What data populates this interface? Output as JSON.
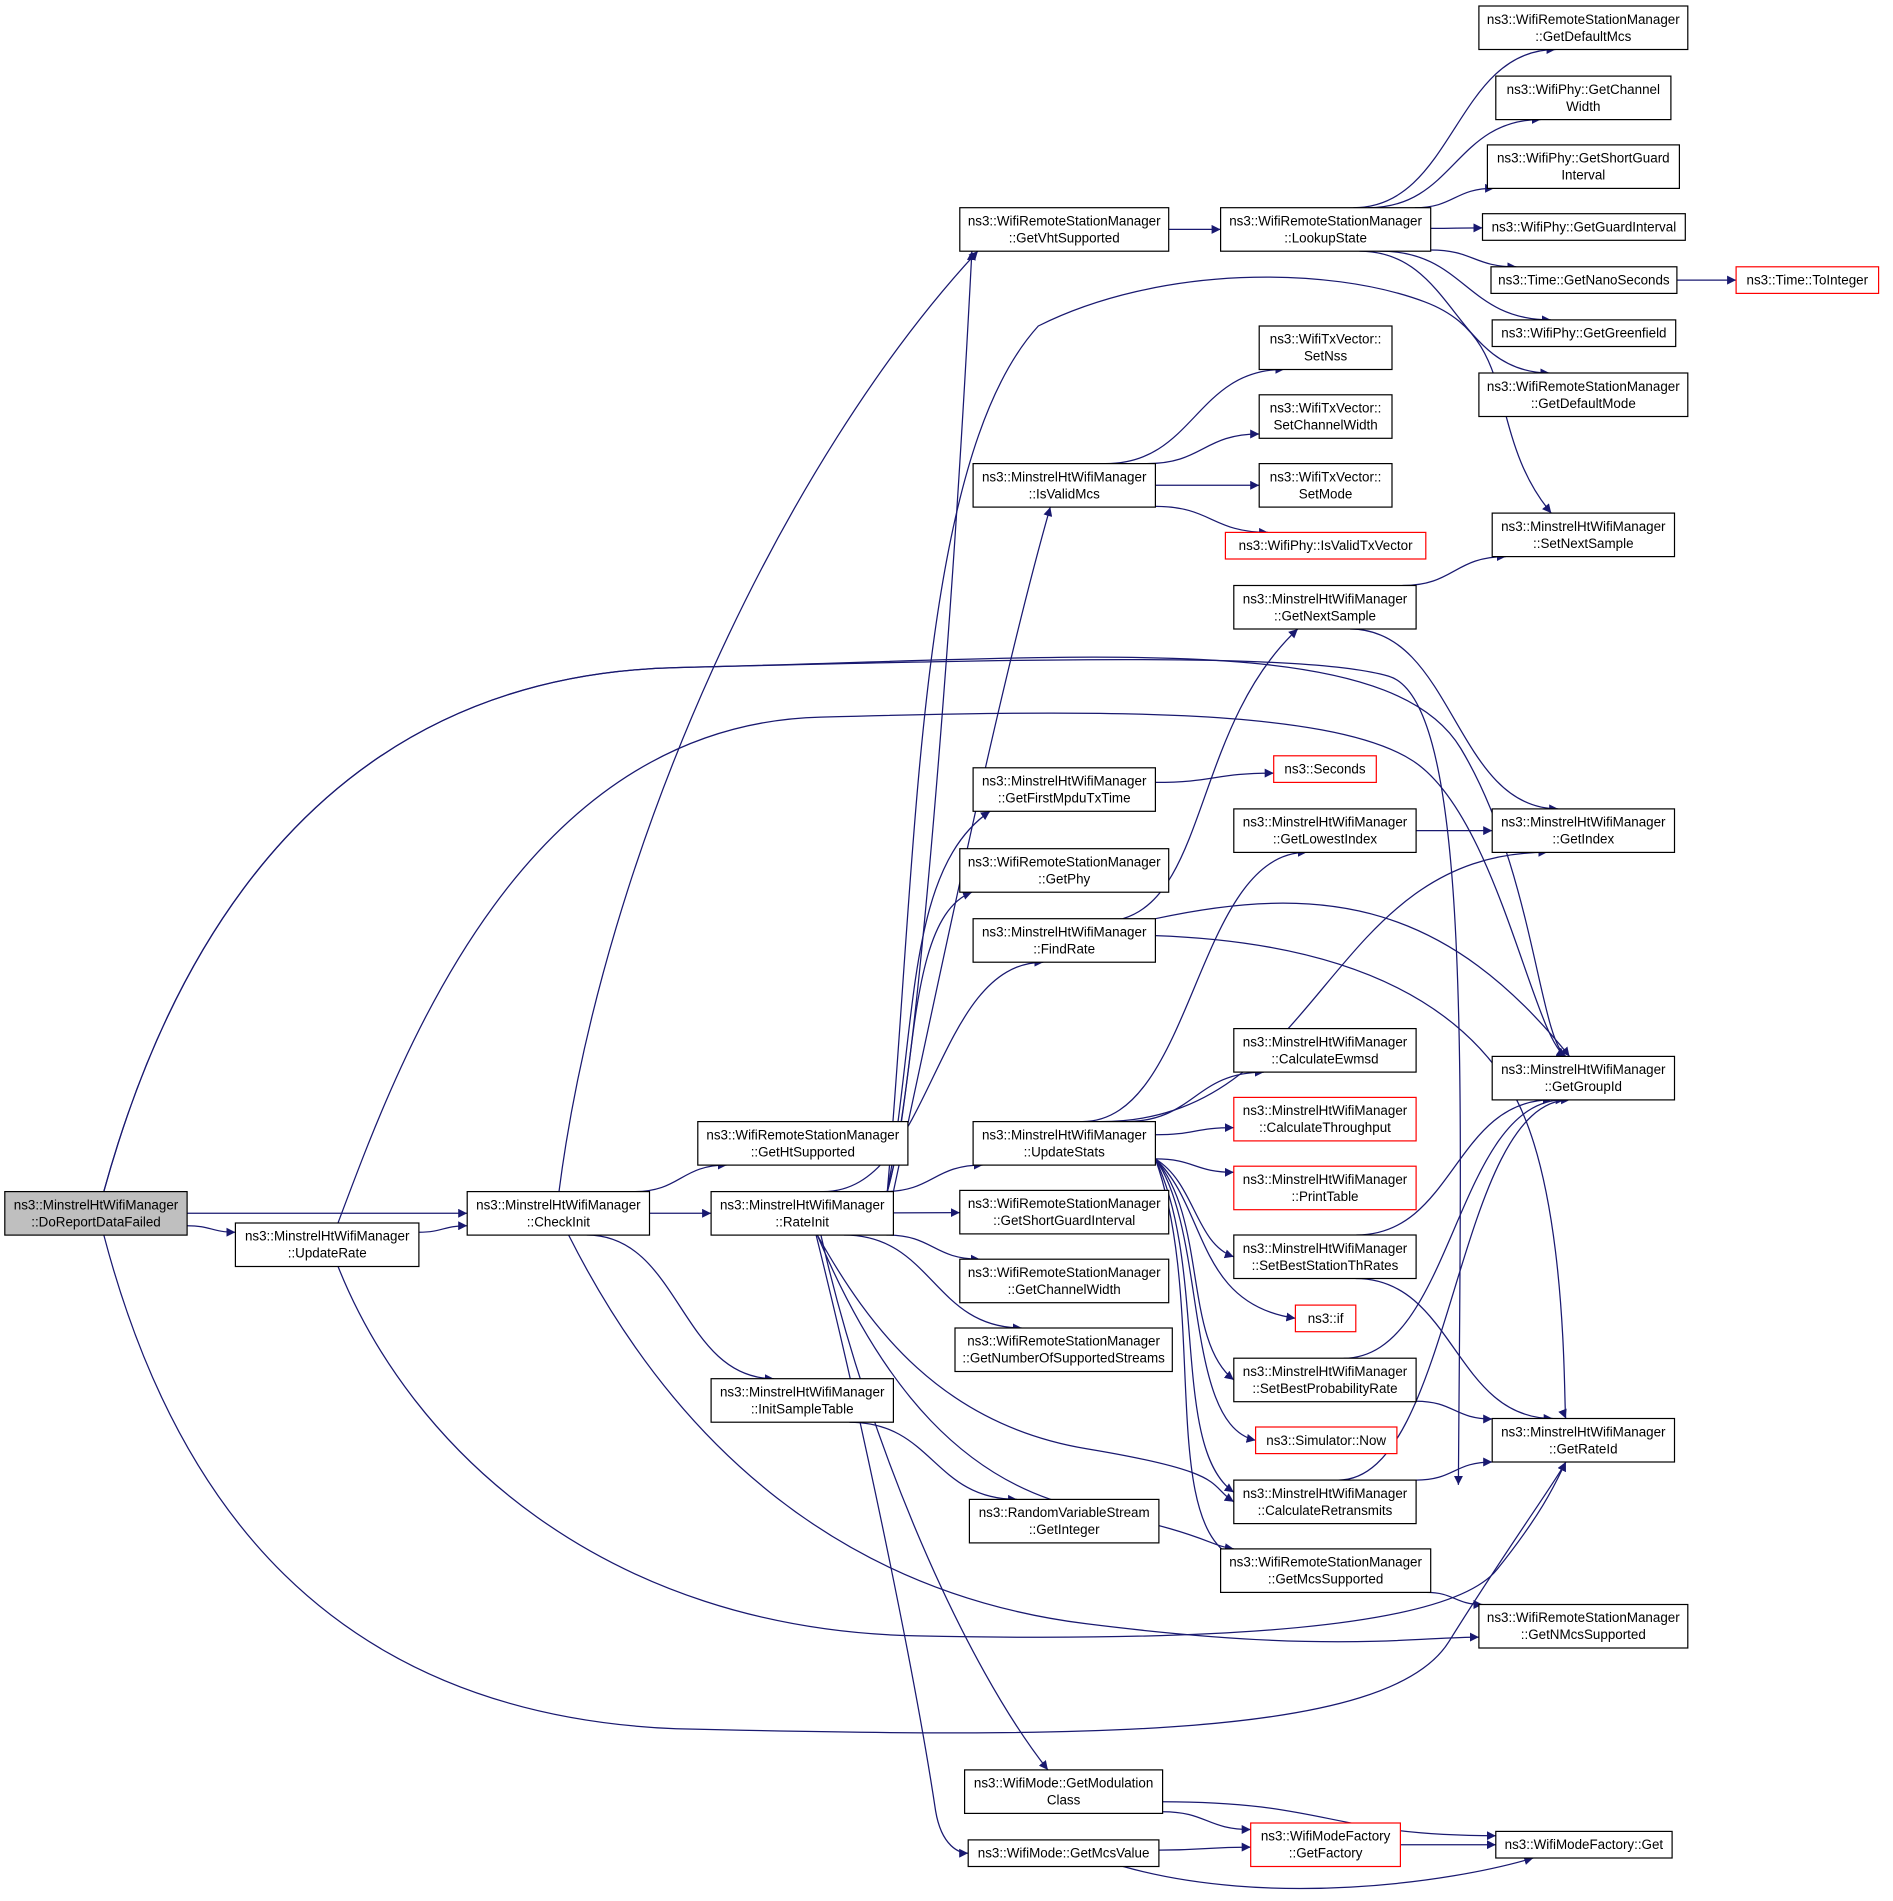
{
  "colors": {
    "edge": "#191970",
    "node_border": "#000000",
    "node_fill": "#ffffff",
    "root_fill": "#bfbfbf",
    "truncated_border": "#ff0000"
  },
  "nodes": [
    {
      "id": "dofail",
      "lines": [
        "ns3::MinstrelHtWifiManager",
        "::DoReportDataFailed"
      ],
      "root": true
    },
    {
      "id": "uprate",
      "lines": [
        "ns3::MinstrelHtWifiManager",
        "::UpdateRate"
      ]
    },
    {
      "id": "checkinit",
      "lines": [
        "ns3::MinstrelHtWifiManager",
        "::CheckInit"
      ]
    },
    {
      "id": "htsup",
      "lines": [
        "ns3::WifiRemoteStationManager",
        "::GetHtSupported"
      ]
    },
    {
      "id": "rateinit",
      "lines": [
        "ns3::MinstrelHtWifiManager",
        "::RateInit"
      ]
    },
    {
      "id": "initsample",
      "lines": [
        "ns3::MinstrelHtWifiManager",
        "::InitSampleTable"
      ]
    },
    {
      "id": "rvsint",
      "lines": [
        "ns3::RandomVariableStream",
        "::GetInteger"
      ]
    },
    {
      "id": "vhtsup",
      "lines": [
        "ns3::WifiRemoteStationManager",
        "::GetVhtSupported"
      ]
    },
    {
      "id": "lookup",
      "lines": [
        "ns3::WifiRemoteStationManager",
        "::LookupState"
      ]
    },
    {
      "id": "defmcs",
      "lines": [
        "ns3::WifiRemoteStationManager",
        "::GetDefaultMcs"
      ]
    },
    {
      "id": "chwidth",
      "lines": [
        "ns3::WifiPhy::GetChannel",
        "Width"
      ]
    },
    {
      "id": "sgi",
      "lines": [
        "ns3::WifiPhy::GetShortGuard",
        "Interval"
      ]
    },
    {
      "id": "gi",
      "lines": [
        "ns3::WifiPhy::GetGuardInterval"
      ]
    },
    {
      "id": "nanosec",
      "lines": [
        "ns3::Time::GetNanoSeconds"
      ]
    },
    {
      "id": "toint",
      "lines": [
        "ns3::Time::ToInteger"
      ],
      "truncated": true
    },
    {
      "id": "green",
      "lines": [
        "ns3::WifiPhy::GetGreenfield"
      ]
    },
    {
      "id": "defmode",
      "lines": [
        "ns3::WifiRemoteStationManager",
        "::GetDefaultMode"
      ]
    },
    {
      "id": "setnss",
      "lines": [
        "ns3::WifiTxVector::",
        "SetNss"
      ]
    },
    {
      "id": "setcw",
      "lines": [
        "ns3::WifiTxVector::",
        "SetChannelWidth"
      ]
    },
    {
      "id": "setmode",
      "lines": [
        "ns3::WifiTxVector::",
        "SetMode"
      ]
    },
    {
      "id": "isvalidmcs",
      "lines": [
        "ns3::MinstrelHtWifiManager",
        "::IsValidMcs"
      ]
    },
    {
      "id": "isvalidtx",
      "lines": [
        "ns3::WifiPhy::IsValidTxVector"
      ],
      "truncated": true
    },
    {
      "id": "setnext",
      "lines": [
        "ns3::MinstrelHtWifiManager",
        "::SetNextSample"
      ]
    },
    {
      "id": "getnext",
      "lines": [
        "ns3::MinstrelHtWifiManager",
        "::GetNextSample"
      ]
    },
    {
      "id": "firstmpdu",
      "lines": [
        "ns3::MinstrelHtWifiManager",
        "::GetFirstMpduTxTime"
      ]
    },
    {
      "id": "seconds",
      "lines": [
        "ns3::Seconds"
      ],
      "truncated": true
    },
    {
      "id": "lowest",
      "lines": [
        "ns3::MinstrelHtWifiManager",
        "::GetLowestIndex"
      ]
    },
    {
      "id": "getindex",
      "lines": [
        "ns3::MinstrelHtWifiManager",
        "::GetIndex"
      ]
    },
    {
      "id": "getphy",
      "lines": [
        "ns3::WifiRemoteStationManager",
        "::GetPhy"
      ]
    },
    {
      "id": "findrate",
      "lines": [
        "ns3::MinstrelHtWifiManager",
        "::FindRate"
      ]
    },
    {
      "id": "ewmsd",
      "lines": [
        "ns3::MinstrelHtWifiManager",
        "::CalculateEwmsd"
      ]
    },
    {
      "id": "groupid",
      "lines": [
        "ns3::MinstrelHtWifiManager",
        "::GetGroupId"
      ]
    },
    {
      "id": "updstats",
      "lines": [
        "ns3::MinstrelHtWifiManager",
        "::UpdateStats"
      ]
    },
    {
      "id": "calcthr",
      "lines": [
        "ns3::MinstrelHtWifiManager",
        "::CalculateThroughput"
      ],
      "truncated": true
    },
    {
      "id": "printtable",
      "lines": [
        "ns3::MinstrelHtWifiManager",
        "::PrintTable"
      ],
      "truncated": true
    },
    {
      "id": "getsgi",
      "lines": [
        "ns3::WifiRemoteStationManager",
        "::GetShortGuardInterval"
      ]
    },
    {
      "id": "setbestth",
      "lines": [
        "ns3::MinstrelHtWifiManager",
        "::SetBestStationThRates"
      ]
    },
    {
      "id": "getcw",
      "lines": [
        "ns3::WifiRemoteStationManager",
        "::GetChannelWidth"
      ]
    },
    {
      "id": "nsif",
      "lines": [
        "ns3::if"
      ],
      "truncated": true
    },
    {
      "id": "getnss",
      "lines": [
        "ns3::WifiRemoteStationManager",
        "::GetNumberOfSupportedStreams"
      ]
    },
    {
      "id": "setbestprob",
      "lines": [
        "ns3::MinstrelHtWifiManager",
        "::SetBestProbabilityRate"
      ]
    },
    {
      "id": "rateid",
      "lines": [
        "ns3::MinstrelHtWifiManager",
        "::GetRateId"
      ]
    },
    {
      "id": "simnow",
      "lines": [
        "ns3::Simulator::Now"
      ],
      "truncated": true
    },
    {
      "id": "calcretx",
      "lines": [
        "ns3::MinstrelHtWifiManager",
        "::CalculateRetransmits"
      ]
    },
    {
      "id": "mcssup",
      "lines": [
        "ns3::WifiRemoteStationManager",
        "::GetMcsSupported"
      ]
    },
    {
      "id": "nmcssup",
      "lines": [
        "ns3::WifiRemoteStationManager",
        "::GetNMcsSupported"
      ]
    },
    {
      "id": "modclass",
      "lines": [
        "ns3::WifiMode::GetModulation",
        "Class"
      ]
    },
    {
      "id": "factory",
      "lines": [
        "ns3::WifiModeFactory",
        "::GetFactory"
      ],
      "truncated": true
    },
    {
      "id": "mcsvalue",
      "lines": [
        "ns3::WifiMode::GetMcsValue"
      ]
    },
    {
      "id": "factget",
      "lines": [
        "ns3::WifiModeFactory::Get"
      ]
    }
  ],
  "edges": [
    [
      "dofail",
      "checkinit"
    ],
    [
      "dofail",
      "uprate"
    ],
    [
      "dofail",
      "getnext"
    ],
    [
      "dofail",
      "groupid"
    ],
    [
      "dofail",
      "rateid"
    ],
    [
      "uprate",
      "checkinit"
    ],
    [
      "uprate",
      "groupid"
    ],
    [
      "uprate",
      "rateid"
    ],
    [
      "checkinit",
      "vhtsup"
    ],
    [
      "checkinit",
      "htsup"
    ],
    [
      "checkinit",
      "rateinit"
    ],
    [
      "checkinit",
      "initsample"
    ],
    [
      "checkinit",
      "nmcssup"
    ],
    [
      "initsample",
      "rvsint"
    ],
    [
      "vhtsup",
      "lookup"
    ],
    [
      "lookup",
      "defmcs"
    ],
    [
      "lookup",
      "chwidth"
    ],
    [
      "lookup",
      "sgi"
    ],
    [
      "lookup",
      "gi"
    ],
    [
      "lookup",
      "nanosec"
    ],
    [
      "lookup",
      "green"
    ],
    [
      "lookup",
      "defmode"
    ],
    [
      "nanosec",
      "toint"
    ],
    [
      "rateinit",
      "vhtsup"
    ],
    [
      "rateinit",
      "setnext"
    ],
    [
      "rateinit",
      "isvalidmcs"
    ],
    [
      "rateinit",
      "firstmpdu"
    ],
    [
      "rateinit",
      "getphy"
    ],
    [
      "rateinit",
      "findrate"
    ],
    [
      "rateinit",
      "updstats"
    ],
    [
      "rateinit",
      "getsgi"
    ],
    [
      "rateinit",
      "getcw"
    ],
    [
      "rateinit",
      "getnss"
    ],
    [
      "rateinit",
      "calcretx"
    ],
    [
      "rateinit",
      "mcssup"
    ],
    [
      "rateinit",
      "modclass"
    ],
    [
      "rateinit",
      "mcsvalue"
    ],
    [
      "isvalidmcs",
      "setnss"
    ],
    [
      "isvalidmcs",
      "setcw"
    ],
    [
      "isvalidmcs",
      "setmode"
    ],
    [
      "isvalidmcs",
      "isvalidtx"
    ],
    [
      "getnext",
      "setnext"
    ],
    [
      "getnext",
      "getindex"
    ],
    [
      "firstmpdu",
      "seconds"
    ],
    [
      "lowest",
      "getindex"
    ],
    [
      "findrate",
      "getnext"
    ],
    [
      "findrate",
      "groupid"
    ],
    [
      "findrate",
      "rateid"
    ],
    [
      "updstats",
      "lowest"
    ],
    [
      "updstats",
      "getindex"
    ],
    [
      "updstats",
      "ewmsd"
    ],
    [
      "updstats",
      "calcthr"
    ],
    [
      "updstats",
      "printtable"
    ],
    [
      "updstats",
      "setbestth"
    ],
    [
      "updstats",
      "nsif"
    ],
    [
      "updstats",
      "setbestprob"
    ],
    [
      "updstats",
      "simnow"
    ],
    [
      "updstats",
      "calcretx"
    ],
    [
      "updstats",
      "mcssup"
    ],
    [
      "setbestth",
      "groupid"
    ],
    [
      "setbestth",
      "rateid"
    ],
    [
      "setbestprob",
      "groupid"
    ],
    [
      "setbestprob",
      "rateid"
    ],
    [
      "calcretx",
      "groupid"
    ],
    [
      "calcretx",
      "rateid"
    ],
    [
      "mcssup",
      "nmcssup"
    ],
    [
      "modclass",
      "factory"
    ],
    [
      "modclass",
      "factget"
    ],
    [
      "mcsvalue",
      "factory"
    ],
    [
      "mcsvalue",
      "factget"
    ],
    [
      "factory",
      "factget"
    ]
  ]
}
